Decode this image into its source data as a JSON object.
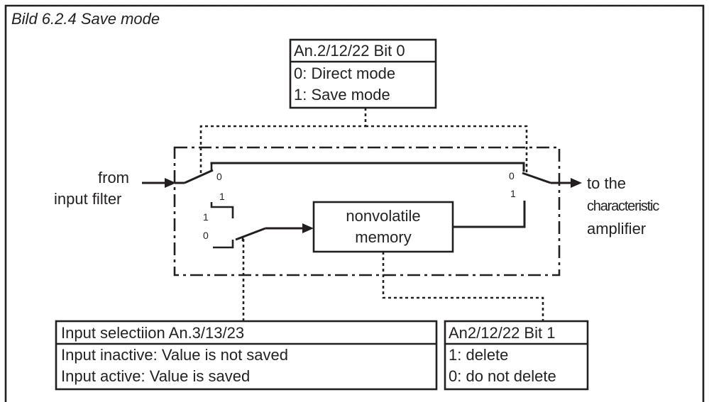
{
  "title": "Bild 6.2.4 Save mode",
  "mode_box": {
    "header": "An.2/12/22 Bit 0",
    "line1": "0: Direct mode",
    "line2": "1: Save mode"
  },
  "input_label": {
    "line1": "from",
    "line2": "input filter"
  },
  "output_label": {
    "line1": "to the",
    "line2": "characteristic",
    "line3": "amplifier"
  },
  "memory_box": {
    "line1": "nonvolatile",
    "line2": "memory"
  },
  "switch_labels": {
    "sw1_0": "0",
    "sw1_1": "1",
    "sw2_1": "1",
    "sw2_0": "0",
    "sw3_0": "0",
    "sw3_1": "1"
  },
  "input_box": {
    "header": "Input selectiion An.3/13/23",
    "line1": "Input inactive: Value is not saved",
    "line2": "Input active: Value is saved"
  },
  "delete_box": {
    "header": "An2/12/22 Bit 1",
    "line1": "1: delete",
    "line2": "0: do not delete"
  }
}
